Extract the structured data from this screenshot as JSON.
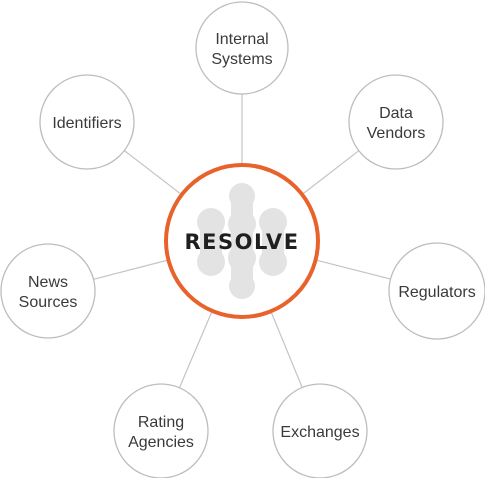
{
  "center": {
    "label": "RESOLVE",
    "ring_color": "#e8632b",
    "logo_color": "#e3e3e3"
  },
  "nodes": [
    {
      "id": "internal-systems",
      "lines": [
        "Internal",
        "Systems"
      ]
    },
    {
      "id": "data-vendors",
      "lines": [
        "Data",
        "Vendors"
      ]
    },
    {
      "id": "regulators",
      "lines": [
        "Regulators"
      ]
    },
    {
      "id": "exchanges",
      "lines": [
        "Exchanges"
      ]
    },
    {
      "id": "rating-agencies",
      "lines": [
        "Rating",
        "Agencies"
      ]
    },
    {
      "id": "news-sources",
      "lines": [
        "News",
        "Sources"
      ]
    },
    {
      "id": "identifiers",
      "lines": [
        "Identifiers"
      ]
    }
  ],
  "colors": {
    "node_stroke": "#bdbdbd",
    "connector": "#c4c4c4",
    "text": "#3a3a3a"
  }
}
